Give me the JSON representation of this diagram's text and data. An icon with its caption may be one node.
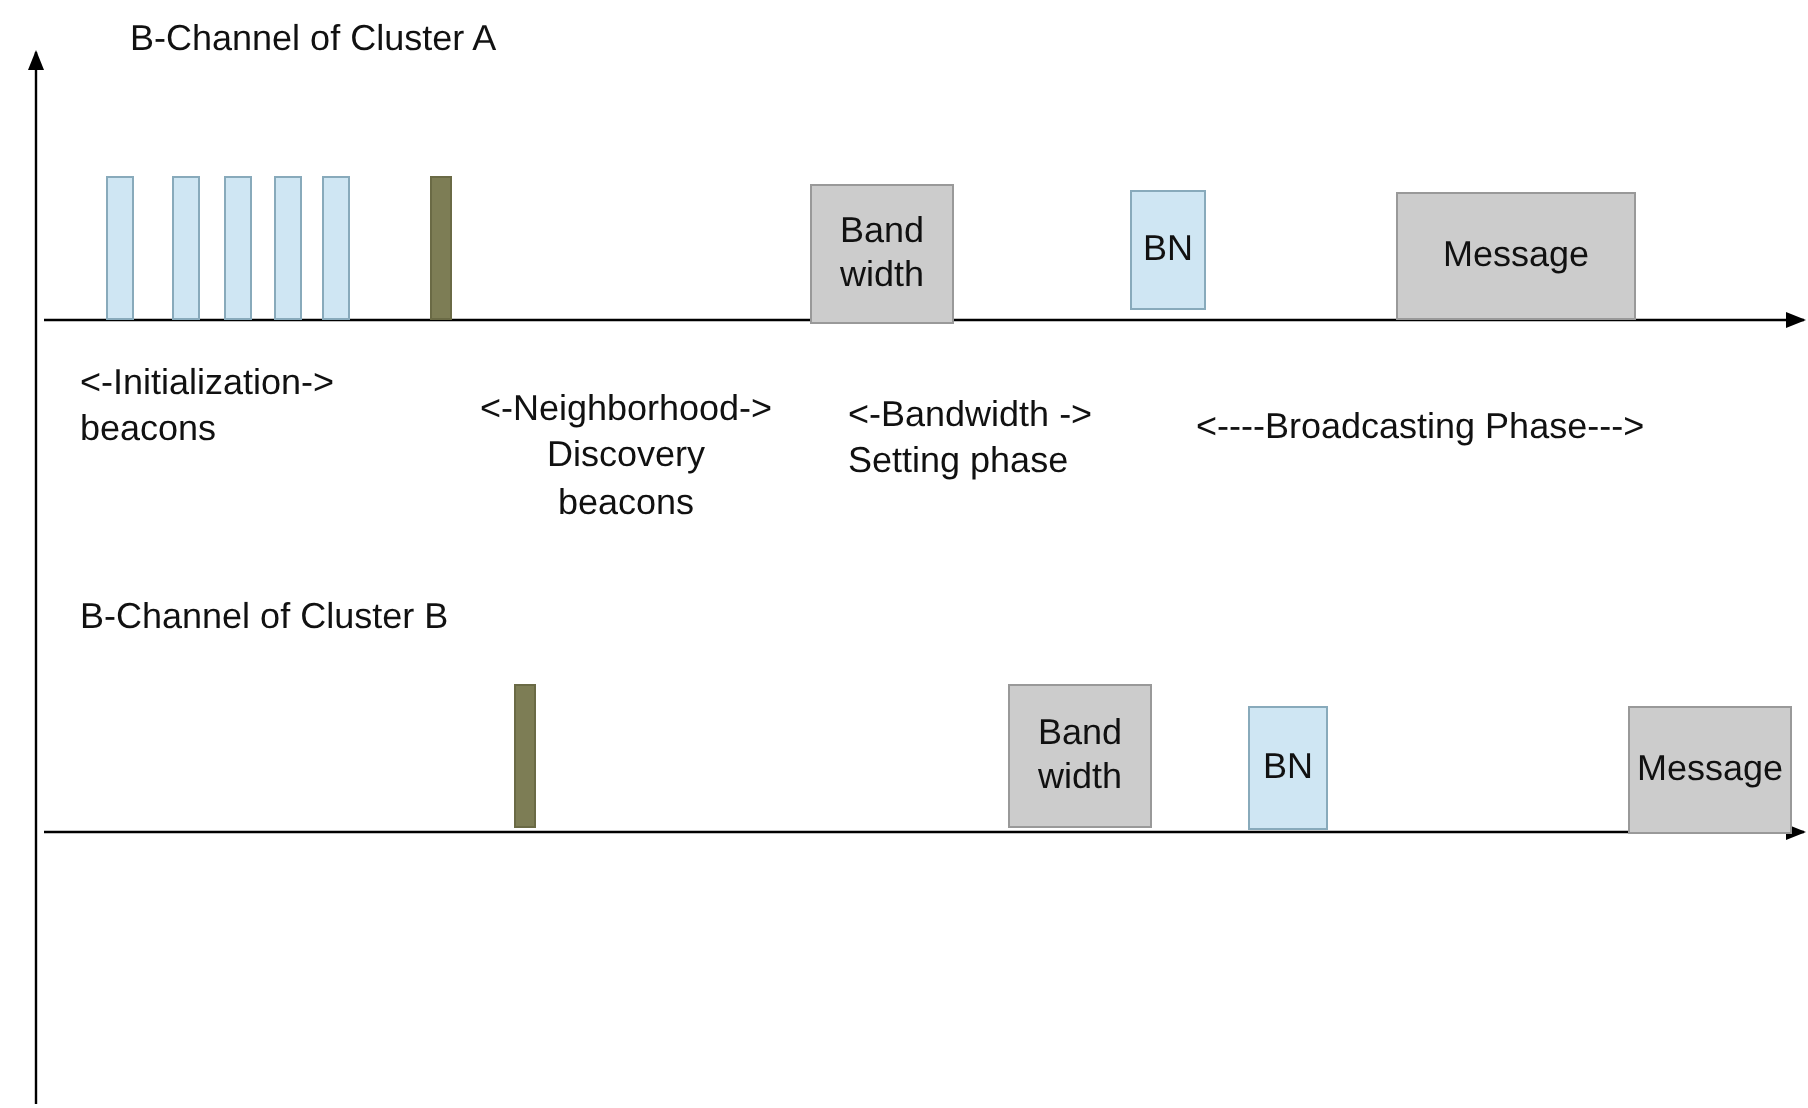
{
  "diagram": {
    "nodes": [
      {
        "text": [],
        "shape": "bar"
      },
      {
        "text": [],
        "shape": "bar"
      },
      {
        "text": [],
        "shape": "bar"
      },
      {
        "text": [],
        "shape": "bar"
      },
      {
        "text": [],
        "shape": "bar"
      },
      {
        "text": [],
        "shape": "bar"
      },
      {
        "text": [
          "Band width"
        ]
      },
      {
        "text": [
          "BN"
        ]
      },
      {
        "text": [
          "Message"
        ]
      },
      {
        "text": [],
        "shape": "bar"
      },
      {
        "text": [
          "Band width"
        ]
      },
      {
        "text": [
          "BN"
        ]
      },
      {
        "text": [
          "Message"
        ]
      }
    ],
    "labels": [
      "B-Channel of Cluster A",
      "<-Initialization-> beacons",
      "<-Neighborhood-> Discovery beacons",
      "<-Bandwidth -> Setting phase",
      "<----Broadcasting Phase--->",
      "B-Channel of Cluster B"
    ]
  }
}
